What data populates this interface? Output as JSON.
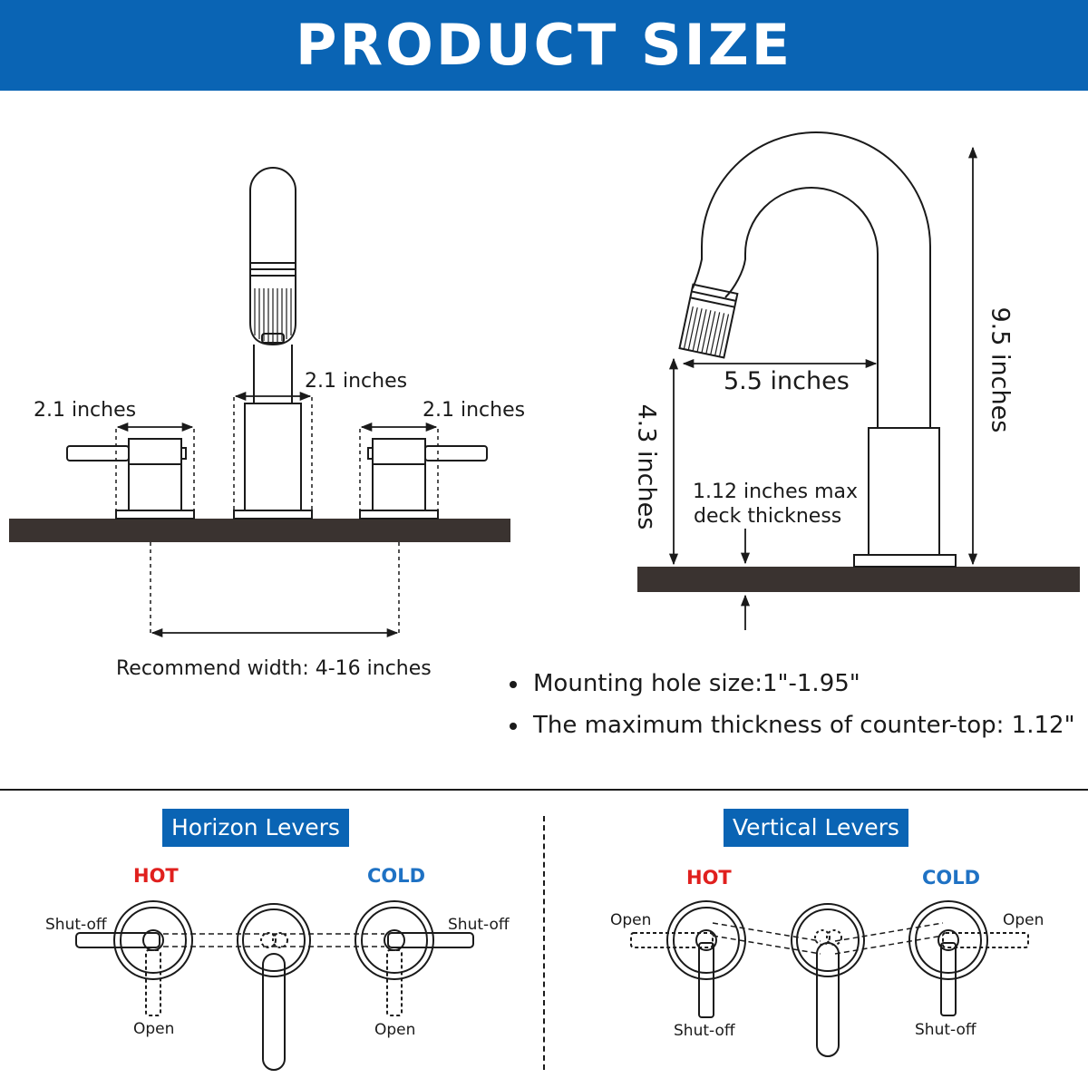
{
  "header": {
    "title": "PRODUCT SIZE"
  },
  "front_view": {
    "handle_left_width": "2.1 inches",
    "spout_width": "2.1 inches",
    "handle_right_width": "2.1 inches",
    "recommend_width": "Recommend width: 4-16 inches"
  },
  "side_view": {
    "reach": "5.5 inches",
    "height": "9.5 inches",
    "spout_height": "4.3 inches",
    "deck_line1": "1.12 inches max",
    "deck_line2": "deck thickness"
  },
  "specs": [
    "Mounting hole size:1\"-1.95\"",
    "The maximum thickness of counter-top: 1.12\""
  ],
  "horizon": {
    "title": "Horizon Levers",
    "hot": "HOT",
    "cold": "COLD",
    "left_shutoff": "Shut-off",
    "right_shutoff": "Shut-off",
    "left_open": "Open",
    "right_open": "Open"
  },
  "vertical": {
    "title": "Vertical  Levers",
    "hot": "HOT",
    "cold": "COLD",
    "left_open": "Open",
    "right_open": "Open",
    "left_shutoff": "Shut-off",
    "right_shutoff": "Shut-off"
  },
  "colors": {
    "brand": "#0a64b4",
    "hot": "#e0201e",
    "cold": "#1f72c4",
    "deck": "#3a3330"
  }
}
